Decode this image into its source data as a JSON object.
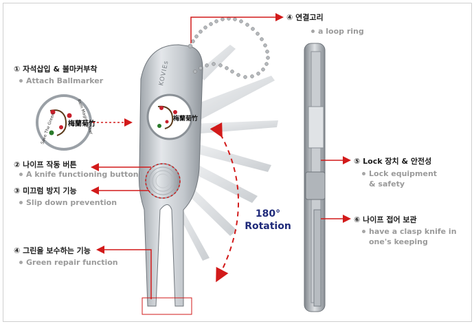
{
  "labels": {
    "loop_ring": {
      "ko": "④ 연결고리",
      "en": "a loop ring"
    },
    "ballmarker": {
      "ko": "① 자석삽입 & 볼마커부착",
      "en": "Attach Ballmarker"
    },
    "knife_button": {
      "ko": "② 나이프 작동 버튼",
      "en": "A knife functioning button"
    },
    "slip": {
      "ko": "③ 미끄럼 방지 기능",
      "en": "Slip down prevention"
    },
    "green_repair": {
      "ko": "④ 그린을 보수하는 기능",
      "en": "Green repair function"
    },
    "lock": {
      "ko": "⑤ Lock 장치 & 안전성",
      "en1": "Lock equipment",
      "en2": "& safety"
    },
    "fold": {
      "ko": "⑥ 나이프 접어 보관",
      "en1": "have a clasp knife in",
      "en2": "one's keeping"
    }
  },
  "rotation": {
    "degrees": "180°",
    "word": "Rotation"
  },
  "marker": {
    "text_left": "Save The Green",
    "text_right": "Item Magic maker",
    "center": "梅蘭菊竹"
  },
  "tool": {
    "brand": "KOVIEs"
  },
  "colors": {
    "arrow": "#d21a1a",
    "rotation_text": "#1f2a7a",
    "metal": "#c9cdd1"
  }
}
